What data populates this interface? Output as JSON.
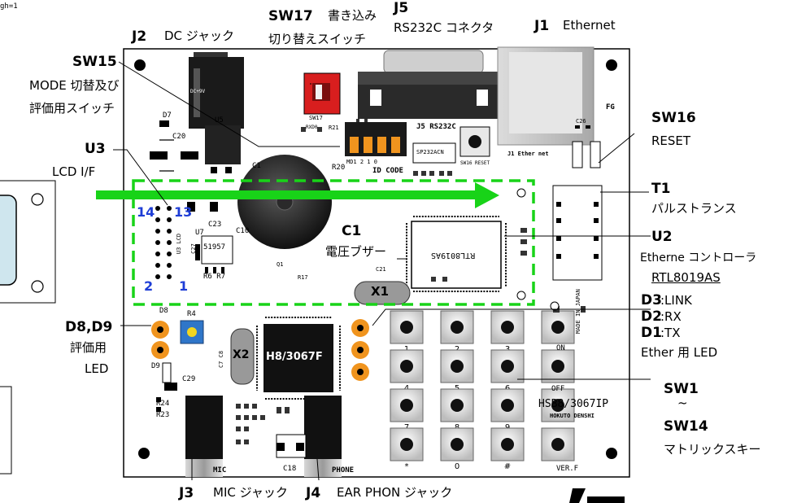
{
  "corner_text": "gh=1",
  "labels": {
    "j5_id": "J5",
    "j5_desc": "RS232C コネクタ",
    "sw17_id": "SW17",
    "sw17_desc1": "書き込み",
    "sw17_desc2": "切り替えスイッチ",
    "j1_id": "J1",
    "j1_desc": "Ethernet",
    "j2_id": "J2",
    "j2_desc": "DC ジャック",
    "sw15_id": "SW15",
    "sw15_desc1": "MODE 切替及び",
    "sw15_desc2": "評価用スイッチ",
    "u3_id": "U3",
    "u3_desc": "LCD I/F",
    "sw16_id": "SW16",
    "sw16_desc": "RESET",
    "t1_id": "T1",
    "t1_desc": "パルストランス",
    "c1_id": "C1",
    "c1_desc": "電圧ブザー",
    "u2_id": "U2",
    "u2_desc1": "Etherne コントローラ",
    "u2_desc2": "RTL8019AS",
    "d3_id": "D3",
    "d3_desc": ":LINK",
    "d2_id": "D2",
    "d2_desc": ":RX",
    "d1_id": "D1",
    "d1_desc": ":TX",
    "d_led_desc": "Ether 用 LED",
    "d8d9_id": "D8,D9",
    "d8d9_desc1": "評価用",
    "d8d9_desc2": "LED",
    "sw1_id": "SW1",
    "tilde": "~",
    "sw14_id": "SW14",
    "sw14_desc": "マトリックスキー",
    "j3_id": "J3",
    "j3_desc": "MIC ジャック",
    "j4_id": "J4",
    "j4_desc": "EAR PHON ジャック"
  },
  "pin_labels": {
    "p14": "14",
    "p13": "13",
    "p2": "2",
    "p1": "1"
  },
  "chips": {
    "x1": "X1",
    "x2": "X2",
    "h8": "H8/3067F",
    "rtl": "RTL8019AS",
    "sp232": "SP232ACN"
  },
  "silk": {
    "board": "HSB8/3067IP",
    "maker": "HOKUTO DENSHI",
    "ver": "VER.F",
    "japan": "MADE IN JAPAN",
    "fg": "FG",
    "j5rs": "J5 RS232C",
    "ether": "J1 Ether net",
    "reset": "SW16 RESET",
    "mic": "MIC",
    "phone": "PHONE",
    "on": "ON",
    "off": "OFF",
    "sw17": "SW17",
    "dc": "DC+9V",
    "code": "ID CODE",
    "md": "MD1 2 1 0",
    "c20": "C20",
    "d7": "D7",
    "u5": "U5",
    "c1s": "C1",
    "r20": "R20",
    "c23": "C23",
    "u7": "U7",
    "c27": "C27",
    "c10": "C10",
    "r6r7": "R6 R7",
    "d8s": "D8",
    "d9s": "D9",
    "r4": "R4",
    "c29": "C29",
    "r24": "R24",
    "r23": "R23",
    "c7c8": "C7 C8",
    "c18": "C18",
    "u3s": "U3 LCD",
    "num51957": "51957",
    "rxd": "RXD0",
    "r21": "R21",
    "c26": "C26",
    "r17": "R17",
    "q1": "Q1",
    "c21": "C21"
  },
  "keypad": {
    "labels": [
      "1",
      "2",
      "3",
      "",
      "4",
      "5",
      "6",
      "",
      "7",
      "8",
      "9",
      "",
      "*",
      "0",
      "#",
      ""
    ]
  },
  "colors": {
    "board": "#ffffff",
    "accent_arrow": "#18d318",
    "dashed_box": "#18d318",
    "led": "#f0941e",
    "switch_red": "#d81e1e",
    "pot_blue": "#2f76c9",
    "pin_label": "#1e3dd6"
  }
}
